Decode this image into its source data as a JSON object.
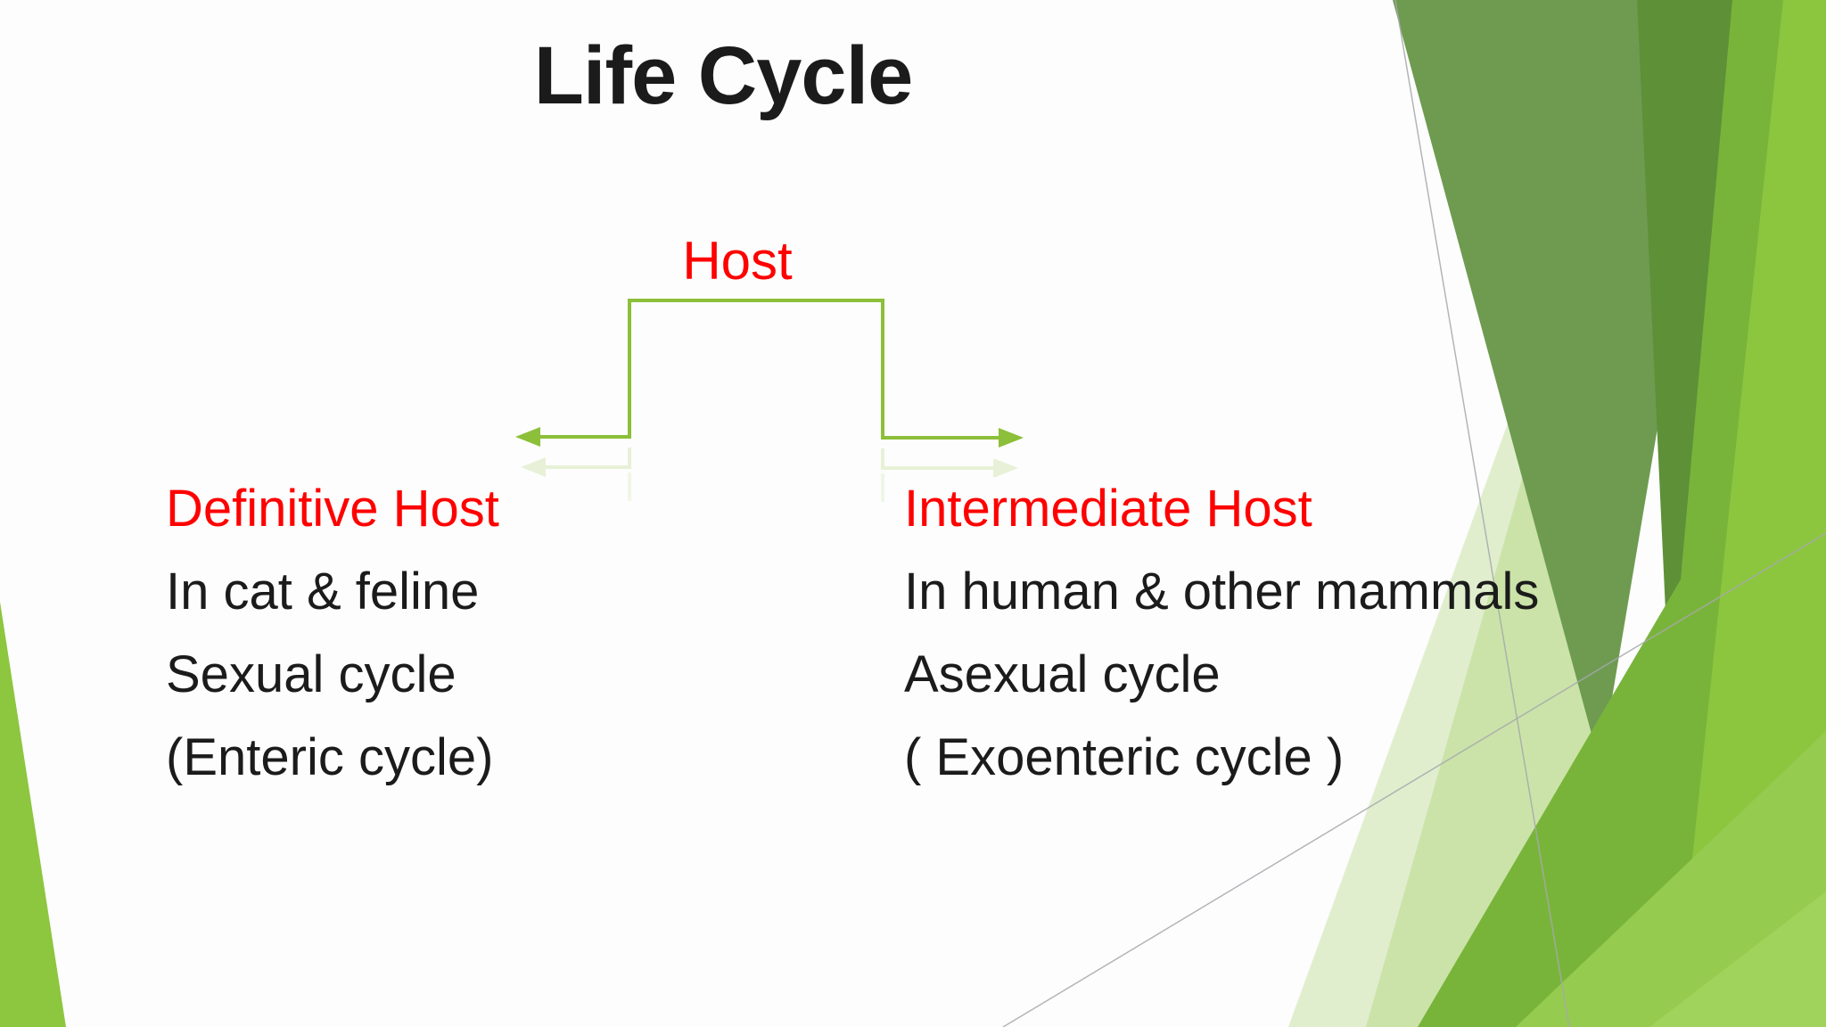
{
  "slide": {
    "title": "Life Cycle",
    "diagram": {
      "root_label": "Host"
    },
    "left_column": {
      "heading": "Definitive Host",
      "line1": "In cat & feline",
      "line2": "Sexual cycle",
      "line3": "(Enteric cycle)"
    },
    "right_column": {
      "heading": "Intermediate Host",
      "line1": "In human & other mammals",
      "line2": "Asexual cycle",
      "line3": "( Exoenteric cycle )"
    }
  },
  "colors": {
    "background": "#fdfdfd",
    "text": "#1b1b1b",
    "red": "#ff0000",
    "bracket-green": "#8cbf3a",
    "reflection-green": "#cfe3ab",
    "wedge-green": "#8dc63f",
    "sage-green": "#6f9b51",
    "dark-green": "#5e9038",
    "bright-green": "#79b43a",
    "light-green": "#8cc63f",
    "pale-green-1": "#e0eece",
    "pale-green-2": "#cbe3a8",
    "bottom-light-1": "#95cb4e",
    "bottom-light-2": "#a0d35c",
    "hairline": "#a6a9ad"
  }
}
